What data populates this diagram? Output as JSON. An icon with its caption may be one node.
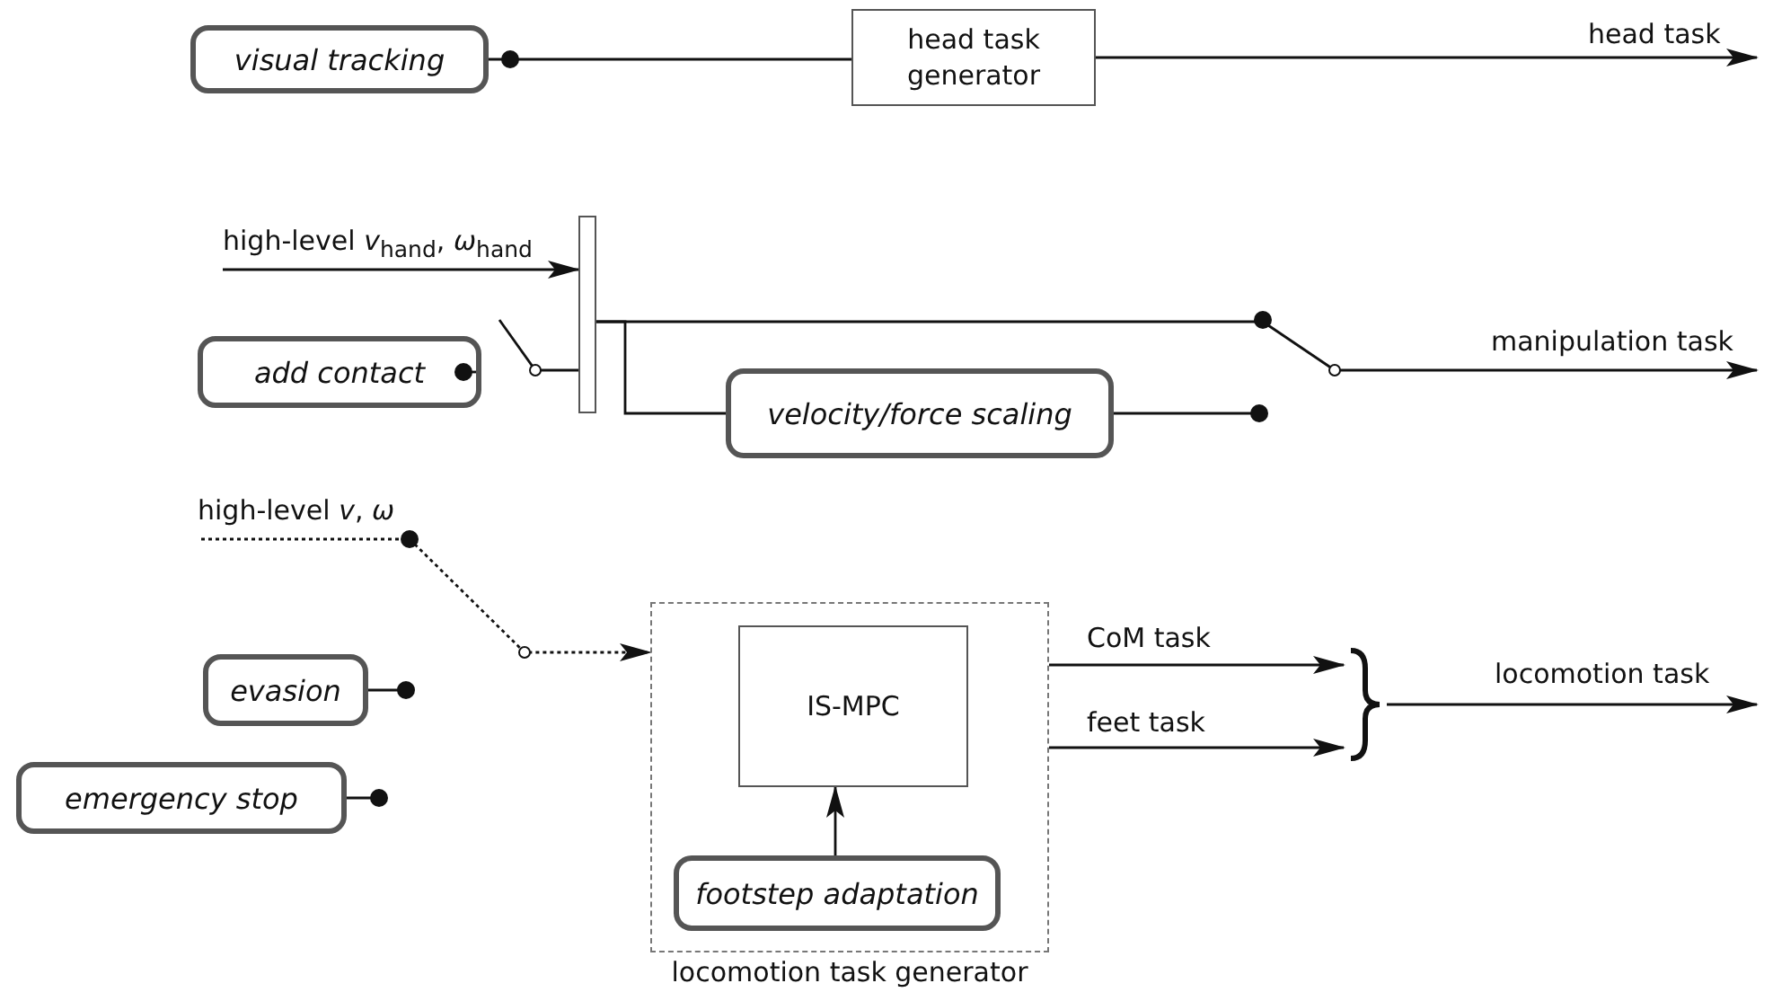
{
  "diagram": {
    "nodes": [
      {
        "text": [
          "visual tracking"
        ]
      },
      {
        "text": [
          "head task generator"
        ]
      },
      {
        "text": [],
        "shape": "bar"
      },
      {
        "text": [
          "add contact"
        ]
      },
      {
        "text": [
          "velocity/force scaling"
        ]
      },
      {
        "text": [
          "evasion"
        ]
      },
      {
        "text": [
          "emergency stop"
        ]
      },
      {
        "text": [
          "locomotion task generator"
        ]
      },
      {
        "text": [
          "IS-MPC"
        ],
        "in": 7
      },
      {
        "text": [
          "footstep adaptation"
        ],
        "in": 7
      },
      {
        "text": [],
        "shape": "brace"
      }
    ],
    "edges": [
      {
        "from": 0,
        "to": 1,
        "arrow": "none"
      },
      {
        "from": 1,
        "to": null,
        "arrow": "to",
        "label": "head task"
      },
      {
        "from": null,
        "to": 2,
        "arrow": "to",
        "label": "high-level *v*$_{hand}$, *ω*$_{hand}$"
      },
      {
        "from": 3,
        "to": null,
        "arrow": "other"
      },
      {
        "from": null,
        "to": 2,
        "arrow": "none"
      },
      {
        "from": 2,
        "to": null,
        "arrow": "to",
        "label": "manipulation task"
      },
      {
        "from": 2,
        "to": 4,
        "arrow": "none"
      },
      {
        "from": 4,
        "to": null,
        "arrow": "other"
      },
      {
        "from": null,
        "to": 7,
        "arrow": "to",
        "label": "high-level *v*, *ω*",
        "style": "dashed"
      },
      {
        "from": 5,
        "to": null,
        "arrow": "other"
      },
      {
        "from": 6,
        "to": null,
        "arrow": "other"
      },
      {
        "from": 9,
        "to": 8,
        "arrow": "to"
      },
      {
        "from": 7,
        "to": 10,
        "arrow": "to",
        "label": "CoM task"
      },
      {
        "from": 7,
        "to": 10,
        "arrow": "to",
        "label": "feet task"
      },
      {
        "from": 10,
        "to": null,
        "arrow": "to",
        "label": "locomotion task"
      }
    ]
  }
}
